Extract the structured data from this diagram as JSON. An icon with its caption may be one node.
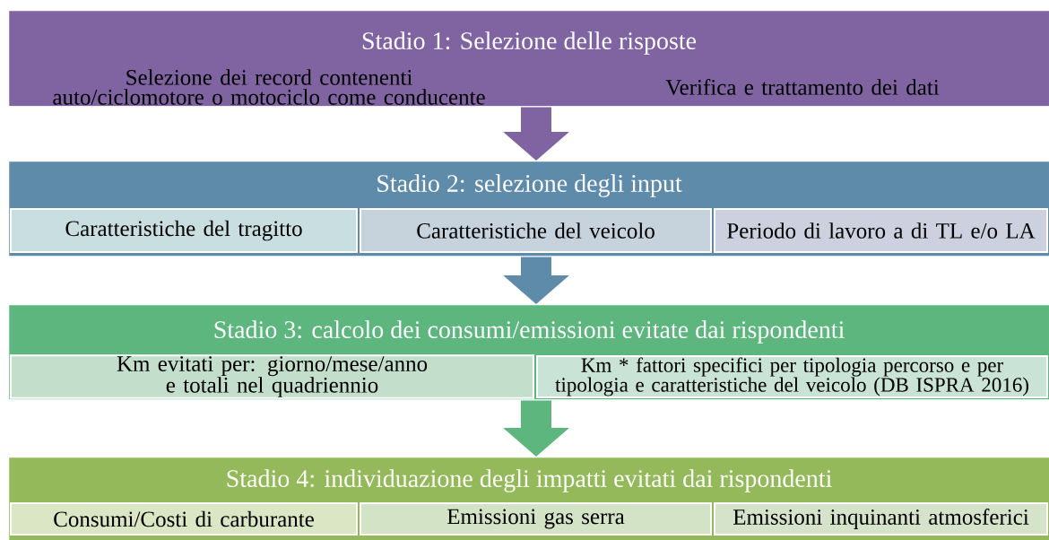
{
  "diagram": {
    "nodes": [
      {
        "text": [
          "Stadio 1: Selezione delle risposte",
          "Selezione dei record contenenti auto/ciclomotore o motociclo come conducente",
          "Verifica e trattamento dei dati"
        ]
      },
      {
        "text": [
          "Stadio 2: selezione degli input"
        ]
      },
      {
        "text": [
          "Caratteristiche del tragitto"
        ],
        "in": 1
      },
      {
        "text": [
          "Caratteristiche  del veicolo"
        ],
        "in": 1
      },
      {
        "text": [
          "Periodo di lavoro a di TL e/o LA"
        ],
        "in": 1
      },
      {
        "text": [
          "Stadio 3: calcolo dei consumi/emissioni evitate dai rispondenti"
        ]
      },
      {
        "text": [
          "Km evitati per: giorno/mese/anno e totali nel quadriennio"
        ],
        "in": 5
      },
      {
        "text": [
          "Km * fattori specifici per tipologia percorso e per tipologia e caratteristiche del veicolo (DB ISPRA 2016)"
        ],
        "in": 5
      },
      {
        "text": [
          "Stadio 4:  individuazione degli impatti evitati dai rispondenti"
        ]
      },
      {
        "text": [
          "Consumi/Costi di carburante"
        ],
        "in": 8
      },
      {
        "text": [
          "Emissioni gas serra"
        ],
        "in": 8
      },
      {
        "text": [
          "Emissioni inquinanti atmosferici"
        ],
        "in": 8
      }
    ],
    "edges": [
      {
        "from": 0,
        "to": 1,
        "arrow": "to",
        "color": "#8064a2"
      },
      {
        "from": 1,
        "to": 5,
        "arrow": "to",
        "color": "#5f8bab"
      },
      {
        "from": 5,
        "to": 8,
        "arrow": "to",
        "color": "#5db67e"
      }
    ]
  }
}
